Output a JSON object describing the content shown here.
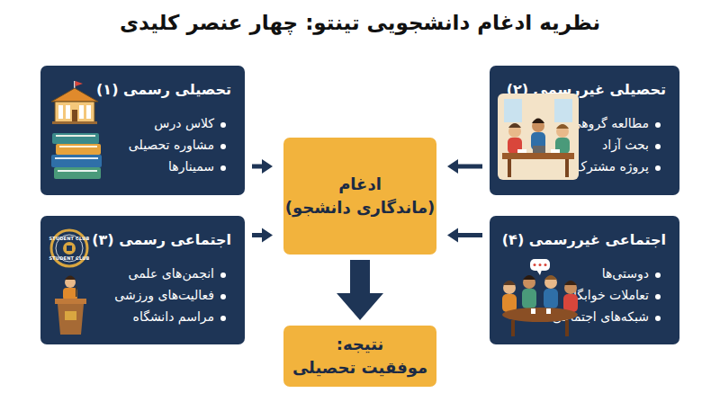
{
  "diagram": {
    "title": "نظریه ادغام دانشجویی تینتو: چهار عنصر کلیدی",
    "nodes": [
      {
        "text": [
          "تحصیلی رسمی (۱)",
          "کلاس درس",
          "مشاوره تحصیلی",
          "سمینارها"
        ]
      },
      {
        "text": [
          "تحصیلی غیررسمی (۲)",
          "مطالعه گروهی",
          "بحث آزاد",
          "پروژه مشترک"
        ]
      },
      {
        "text": [
          "ادغام",
          "(ماندگاری دانشجو)"
        ]
      },
      {
        "text": [
          "اجتماعی رسمی (۳)",
          "انجمن‌های علمی",
          "فعالیت‌های ورزشی",
          "مراسم دانشگاه"
        ]
      },
      {
        "text": [
          "اجتماعی غیررسمی (۴)",
          "دوستی‌ها",
          "تعاملات خوابگاه",
          "شبکه‌های اجتماعی"
        ]
      },
      {
        "text": [
          "نتیجه:",
          "موفقیت تحصیلی"
        ]
      }
    ],
    "edges": [
      {
        "from": 0,
        "to": 2,
        "arrow": "to"
      },
      {
        "from": 1,
        "to": 2,
        "arrow": "to"
      },
      {
        "from": 3,
        "to": 2,
        "arrow": "to"
      },
      {
        "from": 4,
        "to": 2,
        "arrow": "to"
      },
      {
        "from": 2,
        "to": 5,
        "arrow": "to"
      }
    ],
    "labels": [
      "STUDENT CLUB",
      "STUDENT CLUB"
    ]
  }
}
